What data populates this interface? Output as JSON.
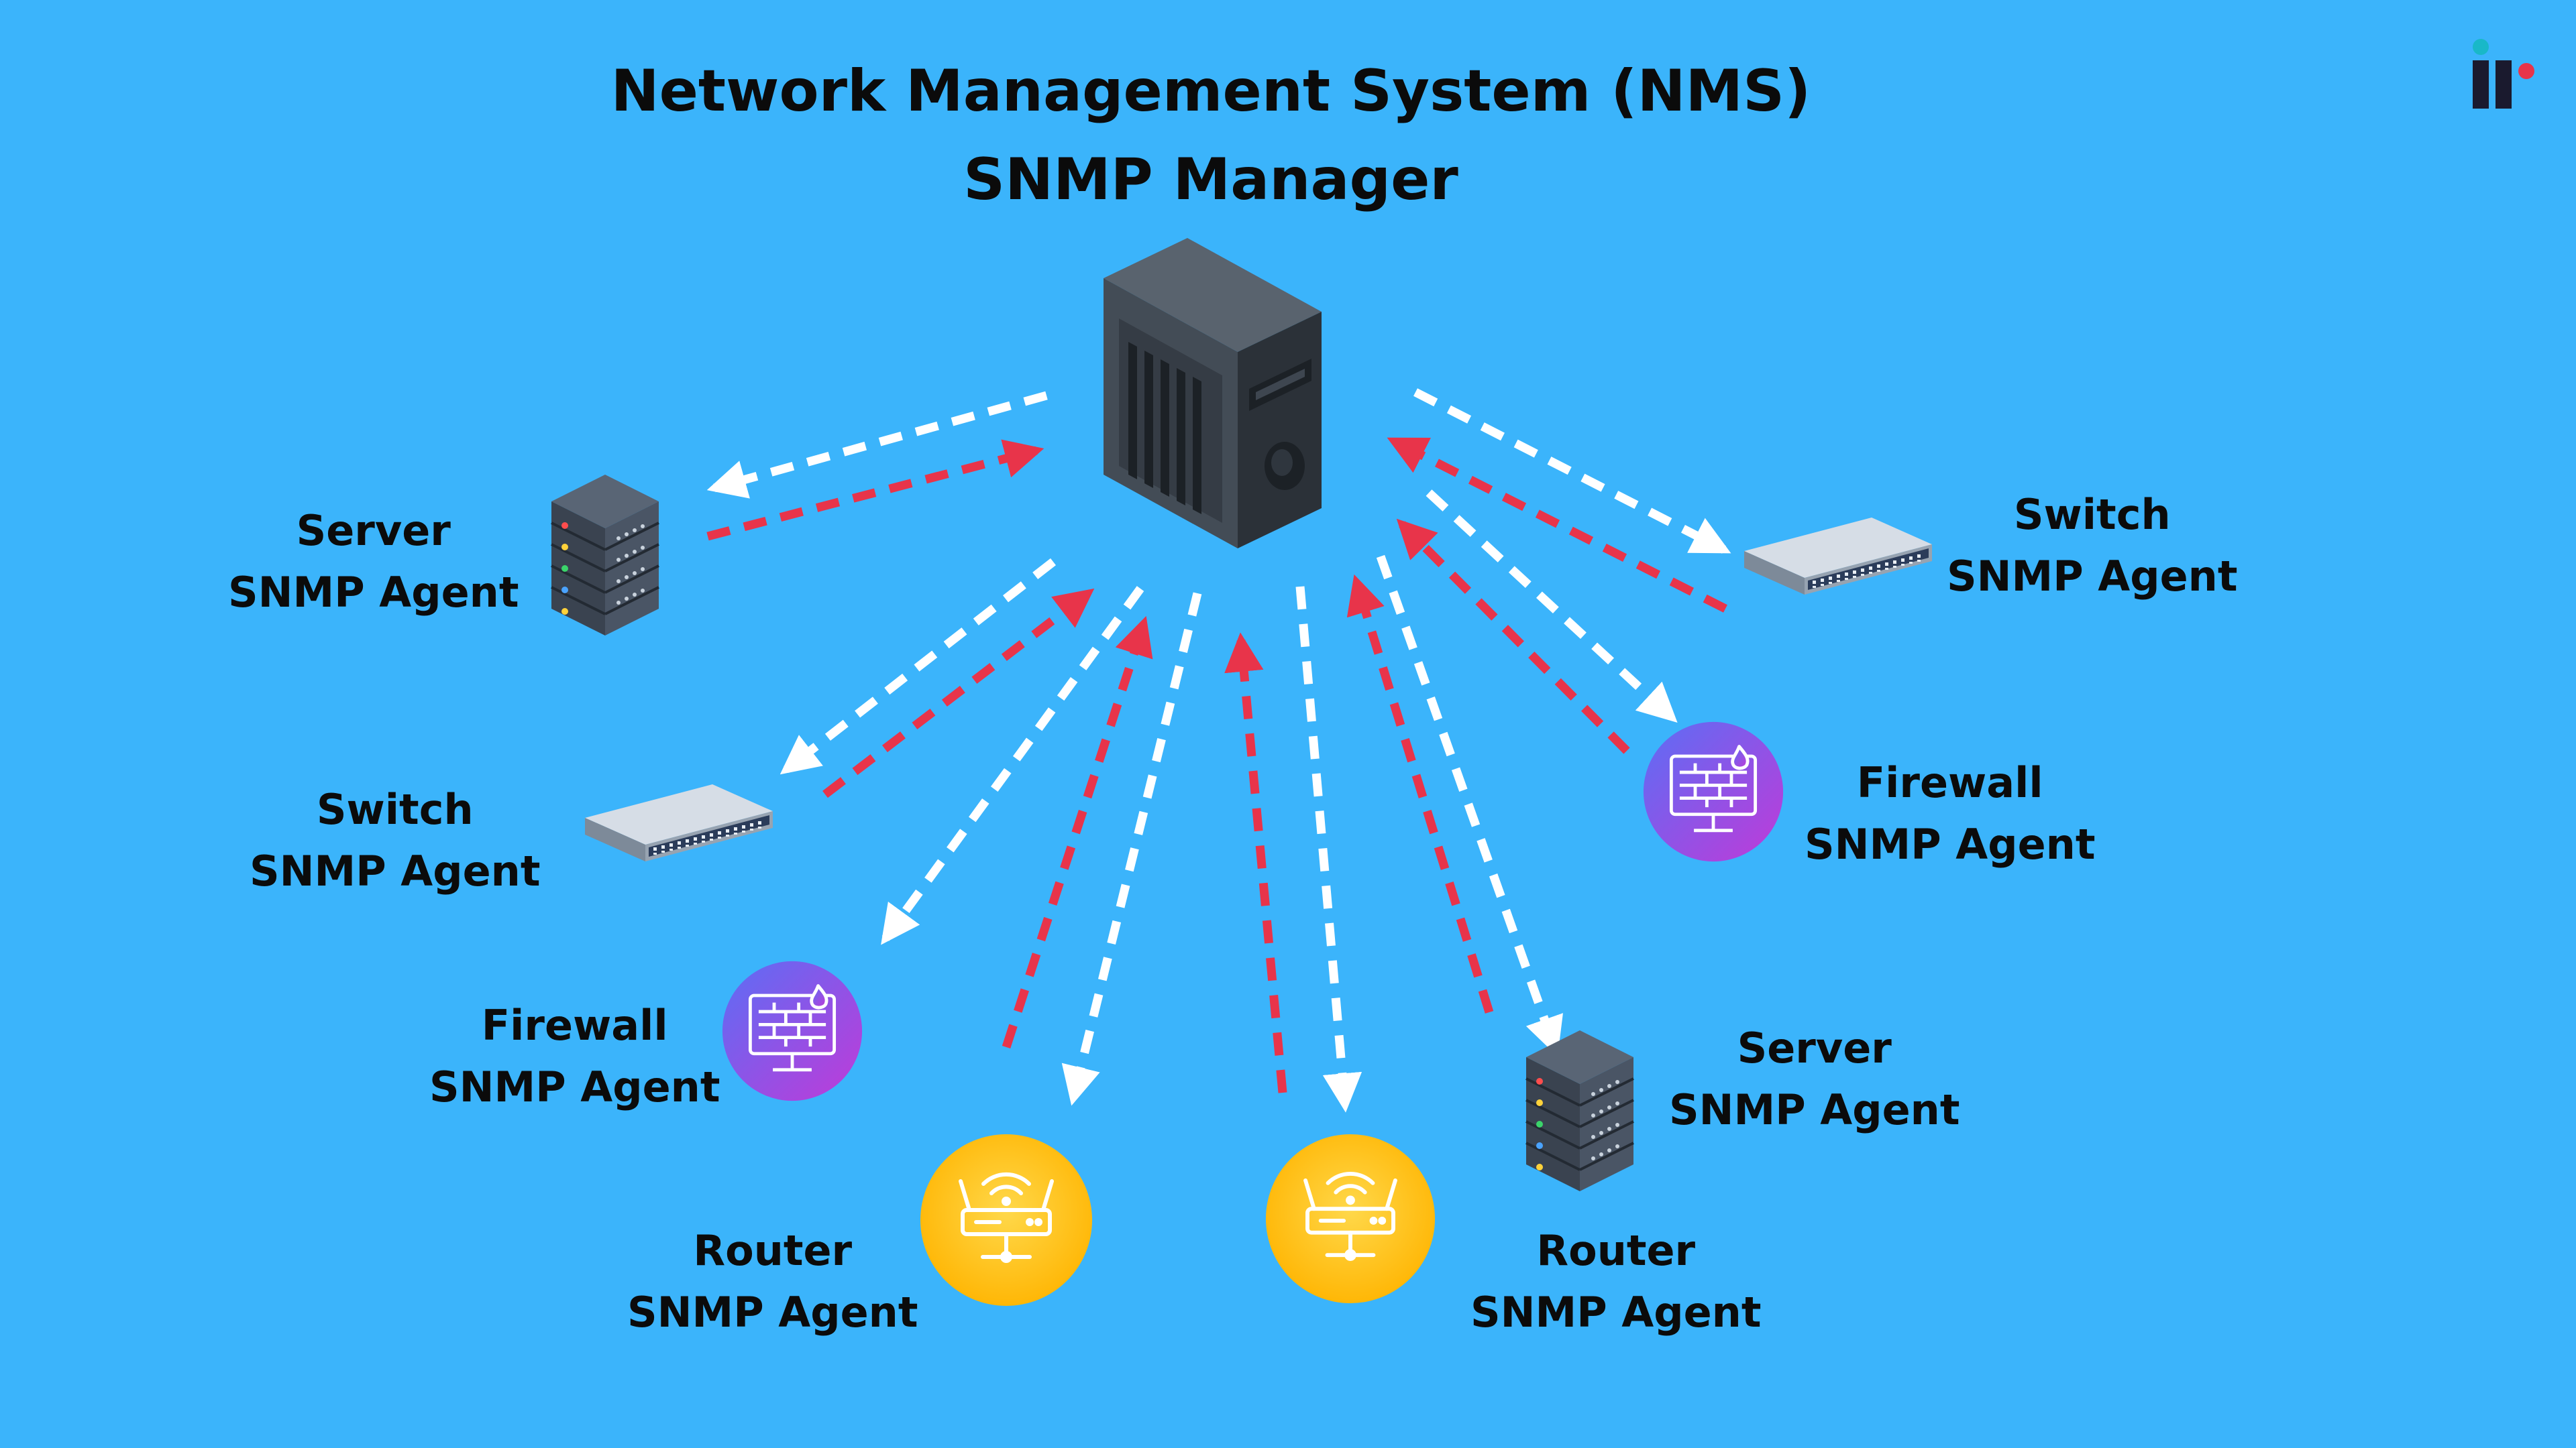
{
  "title": {
    "line1": "Network Management System (NMS)",
    "line2": "SNMP Manager"
  },
  "manager": {
    "icon": "server-tower-icon"
  },
  "agents": [
    {
      "id": "server-left",
      "icon": "server-rack-icon",
      "name": "Server",
      "role": "SNMP Agent"
    },
    {
      "id": "switch-left",
      "icon": "network-switch-icon",
      "name": "Switch",
      "role": "SNMP Agent"
    },
    {
      "id": "firewall-left",
      "icon": "firewall-monitor-icon",
      "name": "Firewall",
      "role": "SNMP Agent"
    },
    {
      "id": "router-left",
      "icon": "wifi-router-icon",
      "name": "Router",
      "role": "SNMP Agent"
    },
    {
      "id": "router-center",
      "icon": "wifi-router-icon",
      "name": "Router",
      "role": "SNMP Agent"
    },
    {
      "id": "server-right",
      "icon": "server-rack-icon",
      "name": "Server",
      "role": "SNMP Agent"
    },
    {
      "id": "firewall-right",
      "icon": "firewall-monitor-icon",
      "name": "Firewall",
      "role": "SNMP Agent"
    },
    {
      "id": "switch-right",
      "icon": "network-switch-icon",
      "name": "Switch",
      "role": "SNMP Agent"
    }
  ],
  "arrows": {
    "request_color": "#ffffff",
    "response_color": "#e8344a"
  },
  "colors": {
    "background": "#3bb4fb",
    "text": "#0b0b0b",
    "firewall_gradient": [
      "#5b6ef5",
      "#c03ad8"
    ],
    "router_fill": "#ffc21a"
  },
  "brand": {
    "icon": "brand-logo-icon"
  }
}
